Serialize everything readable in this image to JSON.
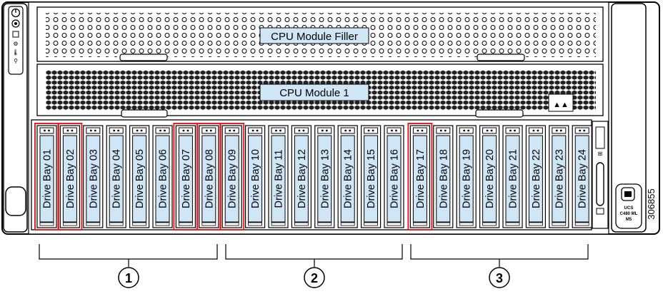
{
  "modules": {
    "filler_label": "CPU Module Filler",
    "cpu1_label": "CPU Module 1"
  },
  "drive_bays": [
    {
      "label": "Drive Bay 01",
      "highlight": true
    },
    {
      "label": "Drive Bay 02",
      "highlight": true
    },
    {
      "label": "Drive Bay 03",
      "highlight": false
    },
    {
      "label": "Drive Bay 04",
      "highlight": false
    },
    {
      "label": "Drive Bay 05",
      "highlight": false
    },
    {
      "label": "Drive Bay 06",
      "highlight": false
    },
    {
      "label": "Drive Bay 07",
      "highlight": true
    },
    {
      "label": "Drive Bay 08",
      "highlight": true
    },
    {
      "label": "Drive Bay 09",
      "highlight": true
    },
    {
      "label": "Drive Bay 10",
      "highlight": false
    },
    {
      "label": "Drive Bay 11",
      "highlight": false
    },
    {
      "label": "Drive Bay 12",
      "highlight": false
    },
    {
      "label": "Drive Bay 13",
      "highlight": false
    },
    {
      "label": "Drive Bay 14",
      "highlight": false
    },
    {
      "label": "Drive Bay 15",
      "highlight": false
    },
    {
      "label": "Drive Bay 16",
      "highlight": false
    },
    {
      "label": "Drive Bay 17",
      "highlight": true
    },
    {
      "label": "Drive Bay 18",
      "highlight": false
    },
    {
      "label": "Drive Bay 19",
      "highlight": false
    },
    {
      "label": "Drive Bay 20",
      "highlight": false
    },
    {
      "label": "Drive Bay 21",
      "highlight": false
    },
    {
      "label": "Drive Bay 22",
      "highlight": false
    },
    {
      "label": "Drive Bay 23",
      "highlight": false
    },
    {
      "label": "Drive Bay 24",
      "highlight": false
    }
  ],
  "callouts": [
    "1",
    "2",
    "3"
  ],
  "badge": {
    "line1": "UCS",
    "line2": "C480 ML",
    "line3": "M5"
  },
  "figure_number": "306855",
  "colors": {
    "bay_fill": "#cfe6f7",
    "highlight": "#e0242a",
    "label_fill": "#cfe6f7"
  }
}
